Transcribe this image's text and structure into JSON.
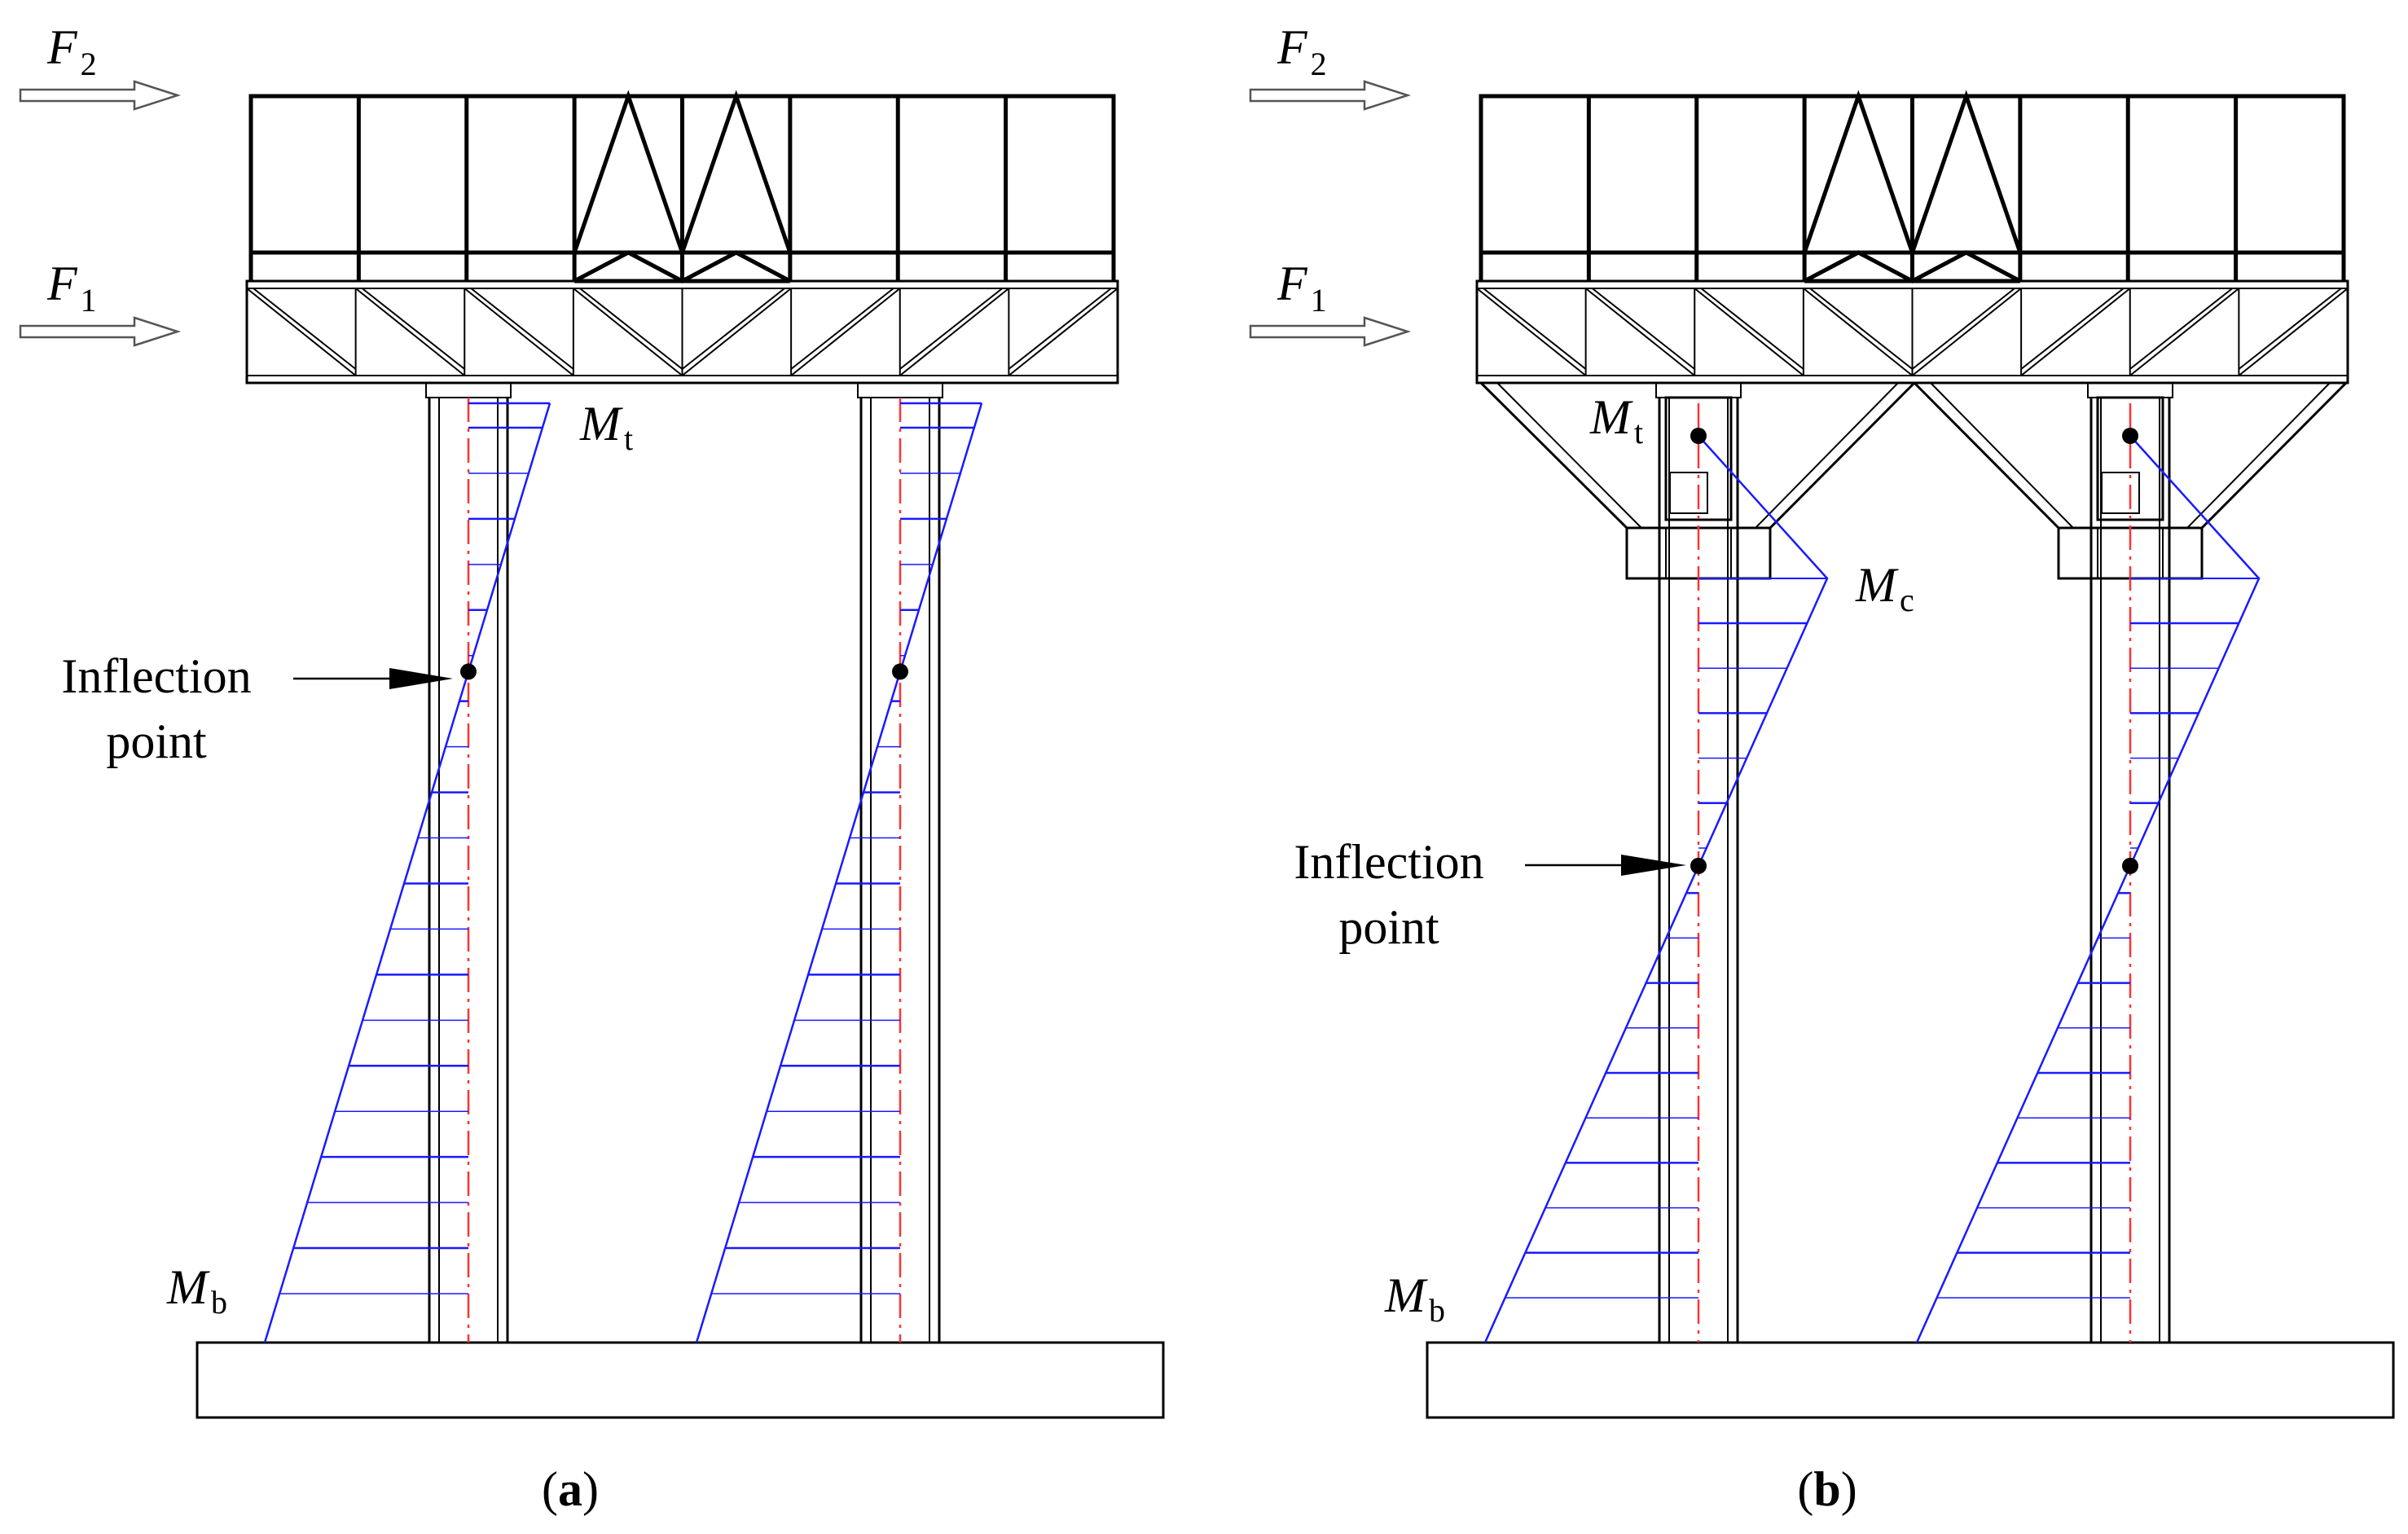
{
  "colors": {
    "structure": "#000000",
    "moment_diagram": "#1a1aff",
    "centerline": "#ff3333"
  },
  "panels": [
    {
      "caption_open": "(",
      "caption_letter": "a",
      "caption_close": ")",
      "force_top_symbol": "F",
      "force_top_sub": "2",
      "force_bottom_symbol": "F",
      "force_bottom_sub": "1",
      "moment_top_symbol": "M",
      "moment_top_sub": "t",
      "moment_bottom_symbol": "M",
      "moment_bottom_sub": "b",
      "inflection_line1": "Inflection",
      "inflection_line2": "point"
    },
    {
      "caption_open": "(",
      "caption_letter": "b",
      "caption_close": ")",
      "force_top_symbol": "F",
      "force_top_sub": "2",
      "force_bottom_symbol": "F",
      "force_bottom_sub": "1",
      "moment_top_symbol": "M",
      "moment_top_sub": "t",
      "moment_mid_symbol": "M",
      "moment_mid_sub": "c",
      "moment_bottom_symbol": "M",
      "moment_bottom_sub": "b",
      "inflection_line1": "Inflection",
      "inflection_line2": "point"
    }
  ]
}
